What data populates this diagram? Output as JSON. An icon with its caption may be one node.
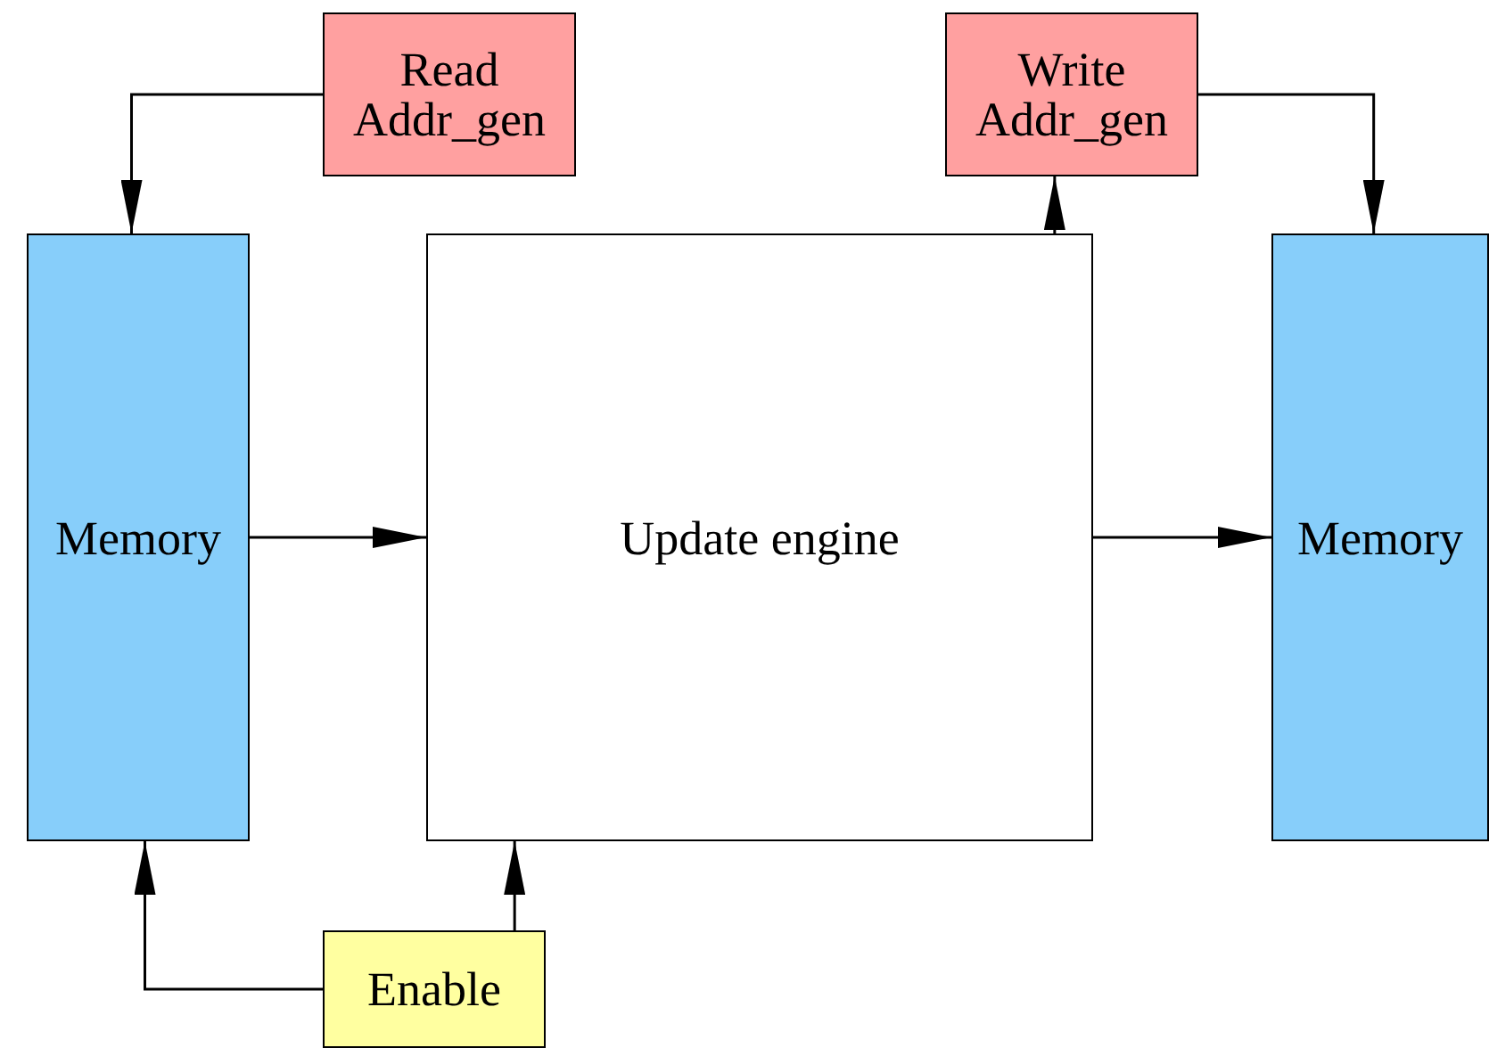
{
  "diagram": {
    "nodes": [
      {
        "text": [
          "Read Addr_gen"
        ]
      },
      {
        "text": [
          "Write Addr_gen"
        ]
      },
      {
        "text": [
          "Memory"
        ]
      },
      {
        "text": [
          "Update engine"
        ]
      },
      {
        "text": [
          "Memory"
        ]
      },
      {
        "text": [
          "Enable"
        ]
      }
    ],
    "edges": [
      {
        "from": 0,
        "to": 2,
        "arrow": "to"
      },
      {
        "from": 3,
        "to": 1,
        "arrow": "to"
      },
      {
        "from": 1,
        "to": 4,
        "arrow": "to"
      },
      {
        "from": 2,
        "to": 3,
        "arrow": "to"
      },
      {
        "from": 3,
        "to": 4,
        "arrow": "to"
      },
      {
        "from": 5,
        "to": 2,
        "arrow": "to"
      },
      {
        "from": 5,
        "to": 3,
        "arrow": "to"
      }
    ]
  }
}
